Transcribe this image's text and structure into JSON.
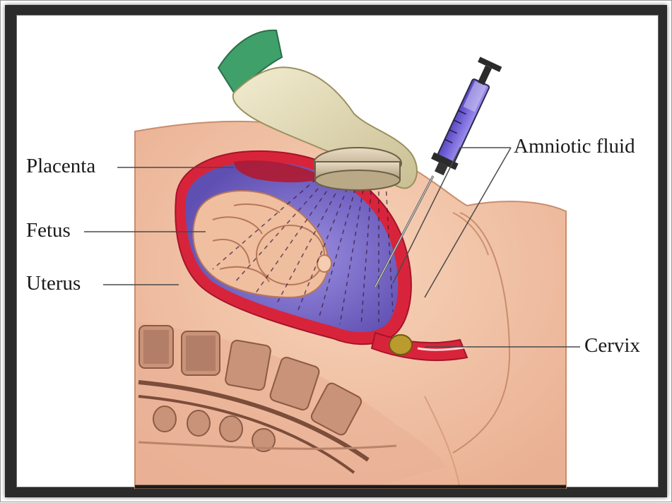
{
  "diagram": {
    "labels": {
      "placenta": "Placenta",
      "fetus": "Fetus",
      "uterus": "Uterus",
      "amniotic_fluid": "Amniotic fluid",
      "cervix": "Cervix"
    }
  },
  "colors": {
    "skin": "#f3c7a8",
    "skin_shadow": "#e3a986",
    "uterus_wall": "#d8243a",
    "amniotic": "#7f6fc9",
    "glove": "#e9e2bf",
    "sleeve": "#3fa06a",
    "syringe_fluid": "#6d5bd0"
  },
  "icons": {
    "ultrasound_probe": "ultrasound-probe-icon",
    "syringe": "syringe-icon"
  }
}
